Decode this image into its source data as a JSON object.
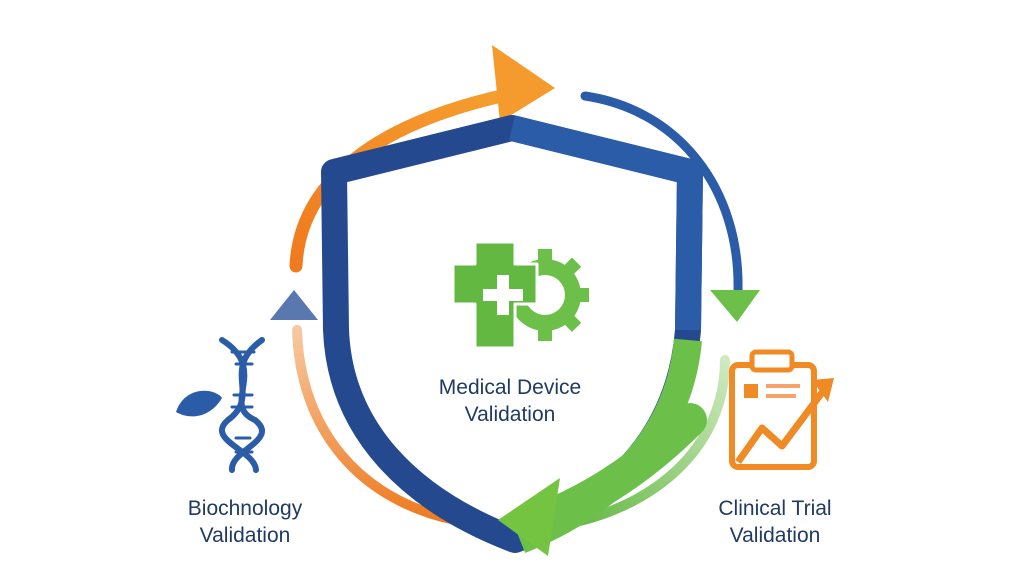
{
  "center": {
    "line1": "Medical Device",
    "line2": "Validation"
  },
  "left": {
    "line1": "Biochnology",
    "line2": "Validation"
  },
  "right": {
    "line1": "Clinical Trial",
    "line2": "Validation"
  },
  "icons": [
    "shield-icon",
    "medical-cross-gear-icon",
    "dna-leaf-icon",
    "clipboard-chart-icon"
  ],
  "colors": {
    "navy": "#1f3f7f",
    "blue": "#2b5ca8",
    "green": "#6cc04a",
    "orange": "#f08a24",
    "text": "#1f3a63"
  }
}
